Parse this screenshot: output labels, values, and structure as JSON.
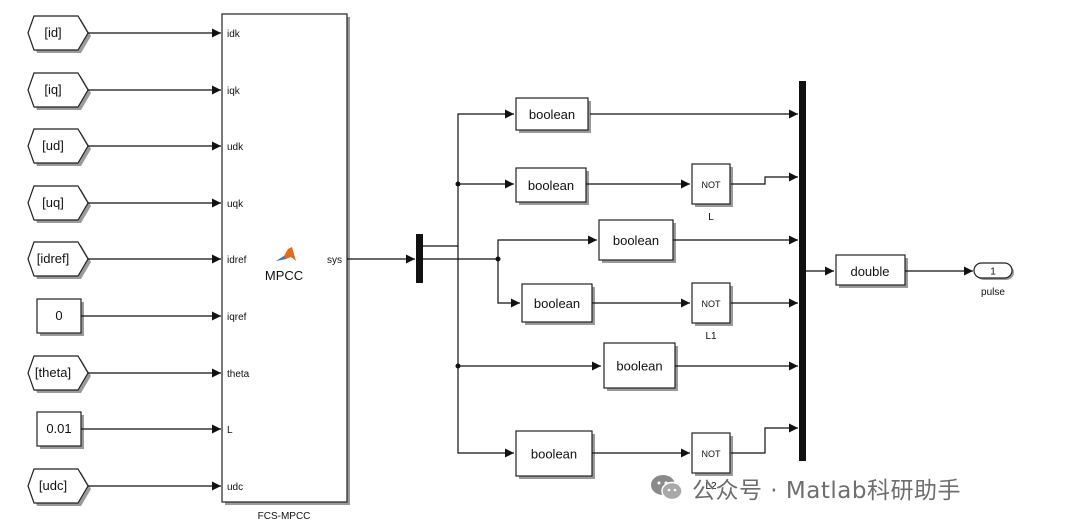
{
  "inputs": [
    {
      "label": "[id]",
      "type": "goto"
    },
    {
      "label": "[iq]",
      "type": "goto"
    },
    {
      "label": "[ud]",
      "type": "goto"
    },
    {
      "label": "[uq]",
      "type": "goto"
    },
    {
      "label": "[idref]",
      "type": "goto"
    },
    {
      "label": "0",
      "type": "constant"
    },
    {
      "label": "[theta]",
      "type": "goto"
    },
    {
      "label": "0.01",
      "type": "constant"
    },
    {
      "label": "[udc]",
      "type": "goto"
    }
  ],
  "mpcc": {
    "name": "FCS-MPCC",
    "center_label": "MPCC",
    "input_ports": [
      "idk",
      "iqk",
      "udk",
      "uqk",
      "idref",
      "iqref",
      "theta",
      "L",
      "udc"
    ],
    "output_port": "sys"
  },
  "branches": {
    "boolean_label": "boolean",
    "not_label": "NOT",
    "not_names": [
      "L",
      "L1",
      "L2"
    ]
  },
  "output": {
    "convert_label": "double",
    "port_number": "1",
    "port_name": "pulse"
  },
  "watermark": {
    "text": "公众号 · Matlab科研助手"
  }
}
